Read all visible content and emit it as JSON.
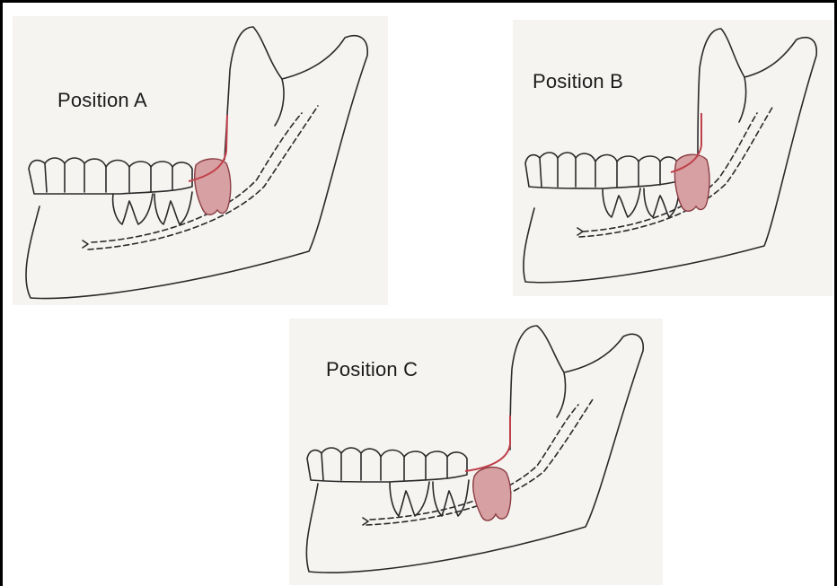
{
  "panels": [
    {
      "label": "Position A"
    },
    {
      "label": "Position B"
    },
    {
      "label": "Position C"
    }
  ],
  "colors": {
    "outline": "#2a2a2a",
    "impacted_tooth_fill": "#d7a0a2",
    "impacted_tooth_stroke": "#8b3d43",
    "ramus_line": "#c0404a"
  }
}
